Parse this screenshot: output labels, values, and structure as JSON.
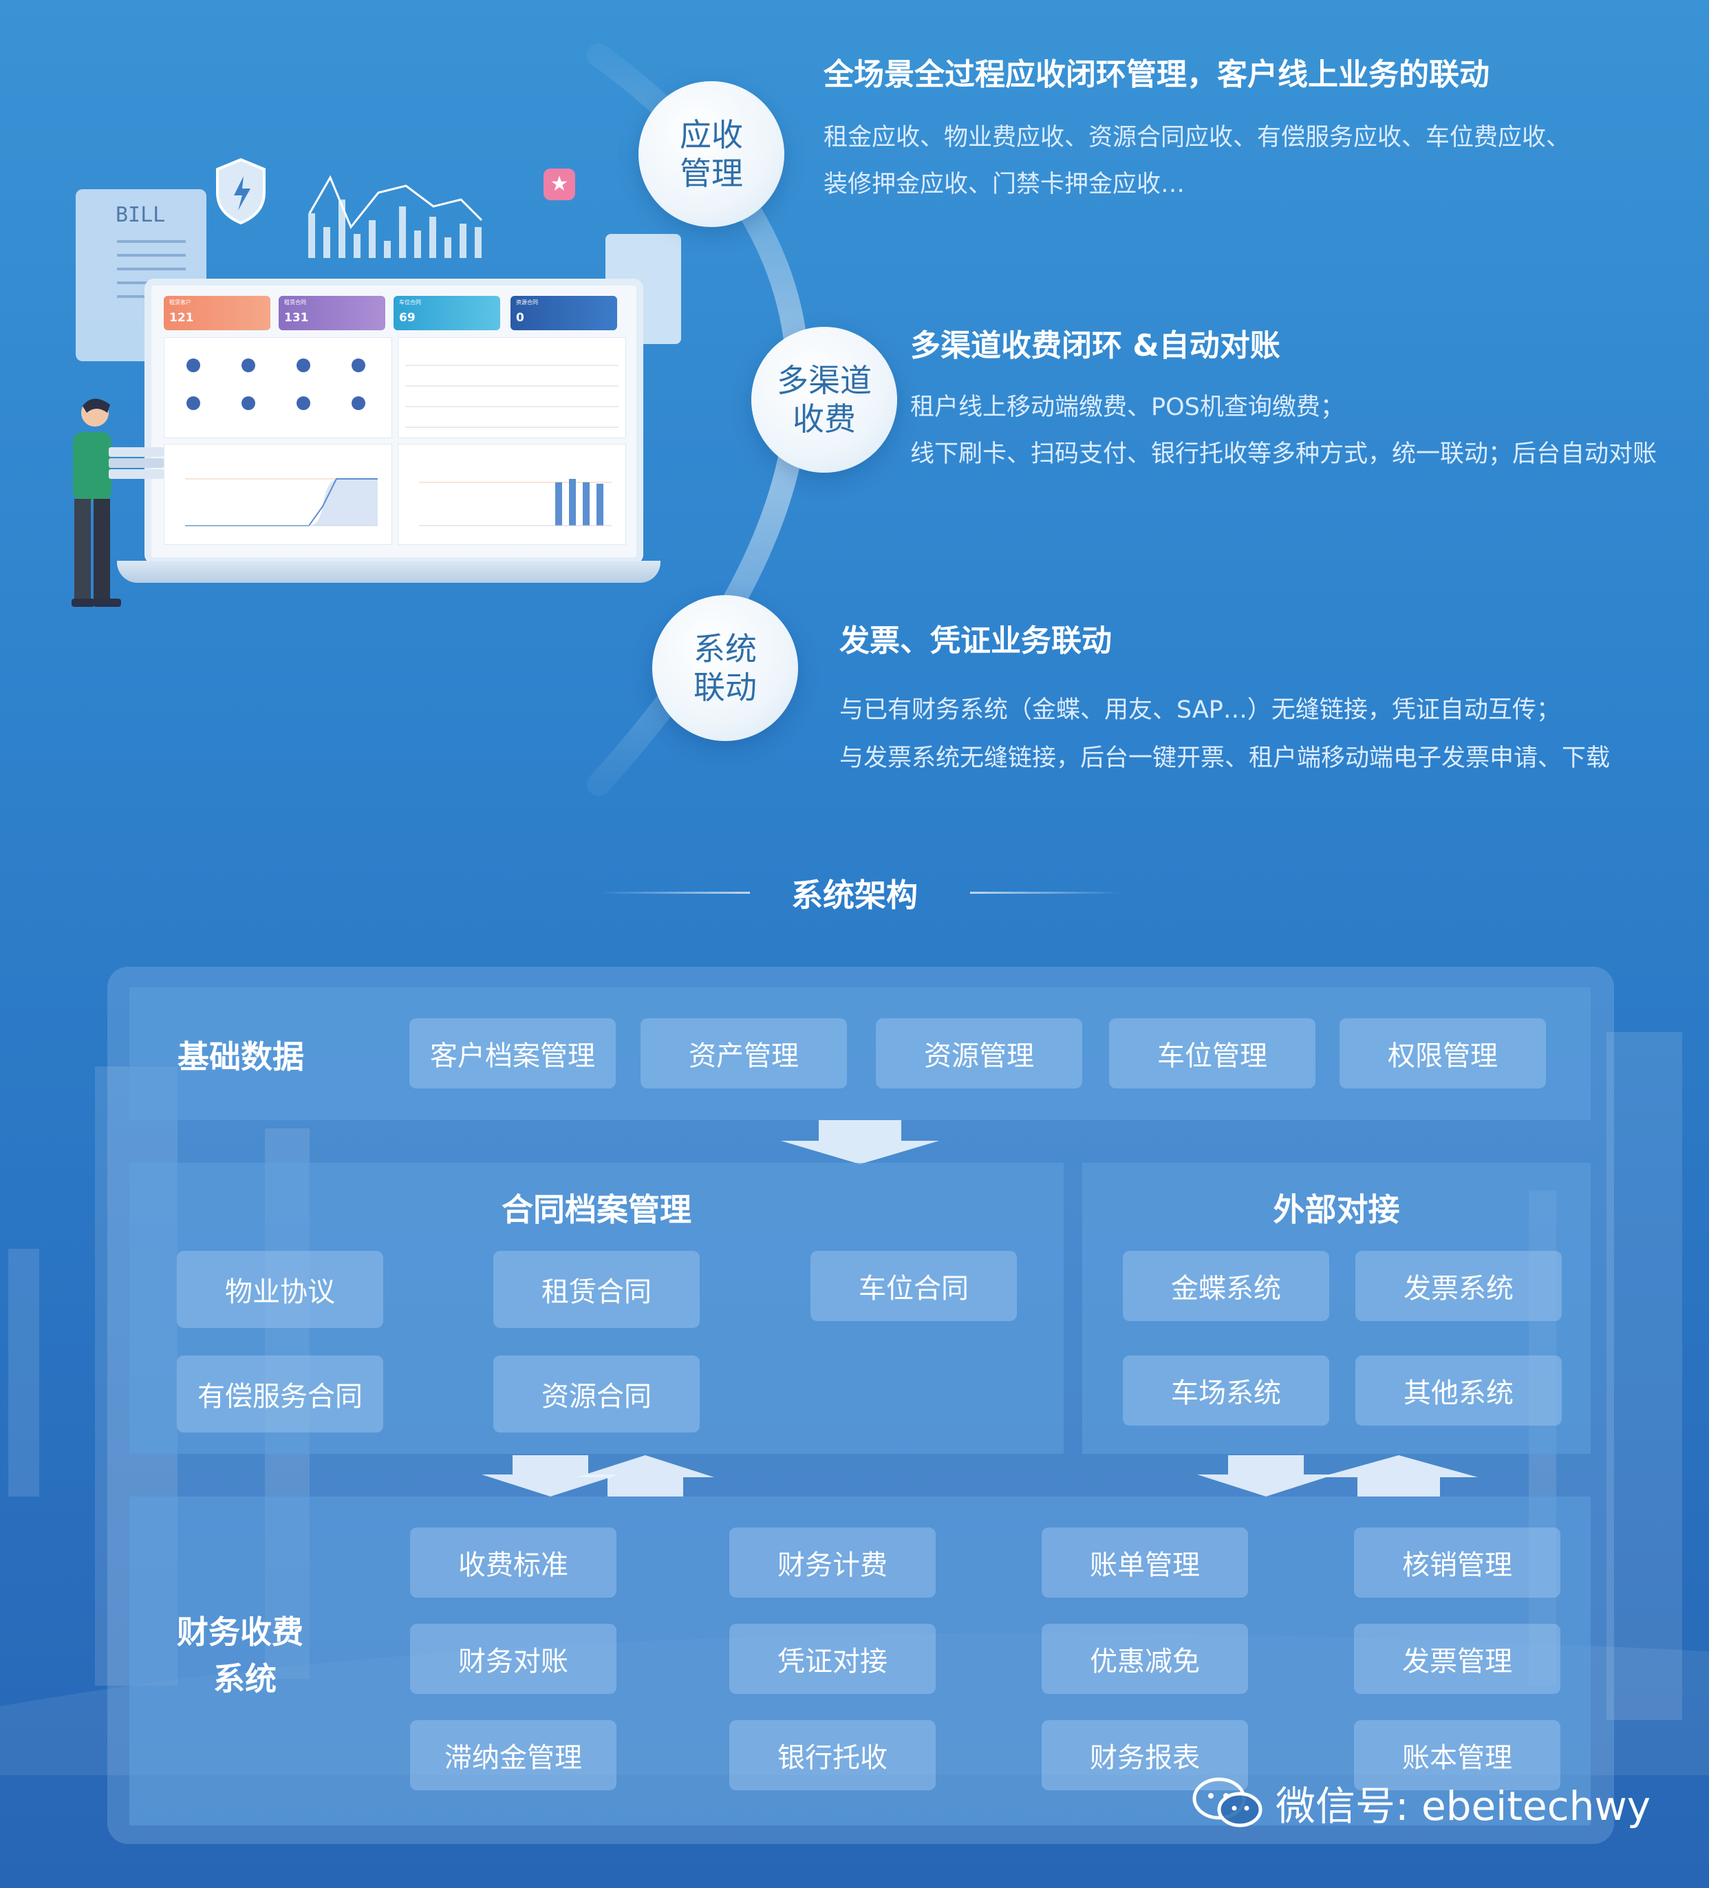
{
  "features": [
    {
      "bubble": "应收\n管理",
      "title": "全场景全过程应收闭环管理，客户线上业务的联动",
      "lines": [
        "租金应收、物业费应收、资源合同应收、有偿服务应收、车位费应收、",
        "装修押金应收、门禁卡押金应收…"
      ]
    },
    {
      "bubble": "多渠道\n收费",
      "title": "多渠道收费闭环  &自动对账",
      "lines": [
        "租户线上移动端缴费、POS机查询缴费；",
        "线下刷卡、扫码支付、银行托收等多种方式，统一联动；后台自动对账"
      ]
    },
    {
      "bubble": "系统\n联动",
      "title": "发票、凭证业务联动",
      "lines": [
        "与已有财务系统（金蝶、用友、SAP…）无缝链接，凭证自动互传；",
        "与发票系统无缝链接，后台一键开票、租户端移动端电子发票申请、下载"
      ]
    }
  ],
  "illustration": {
    "bill_label": "BILL",
    "stats": [
      {
        "label": "租赁客户",
        "value": "121",
        "color": "#f08a6e"
      },
      {
        "label": "租赁合同",
        "value": "131",
        "color": "#9b7cc4"
      },
      {
        "label": "车位合同",
        "value": "69",
        "color": "#3fb3d9"
      },
      {
        "label": "资源合同",
        "value": "0",
        "color": "#2f66b4"
      }
    ]
  },
  "architecture": {
    "title": "系统架构",
    "basic": {
      "label": "基础数据",
      "items": [
        "客户档案管理",
        "资产管理",
        "资源管理",
        "车位管理",
        "权限管理"
      ]
    },
    "contract": {
      "label": "合同档案管理",
      "items": [
        "物业协议",
        "租赁合同",
        "车位合同",
        "有偿服务合同",
        "资源合同"
      ]
    },
    "external": {
      "label": "外部对接",
      "items": [
        "金蝶系统",
        "发票系统",
        "车场系统",
        "其他系统"
      ]
    },
    "finance": {
      "label_line1": "财务收费",
      "label_line2": "系统",
      "items": [
        "收费标准",
        "财务计费",
        "账单管理",
        "核销管理",
        "财务对账",
        "凭证对接",
        "优惠减免",
        "发票管理",
        "滞纳金管理",
        "银行托收",
        "财务报表",
        "账本管理"
      ]
    }
  },
  "watermark": "微信号: ebeitechwy"
}
